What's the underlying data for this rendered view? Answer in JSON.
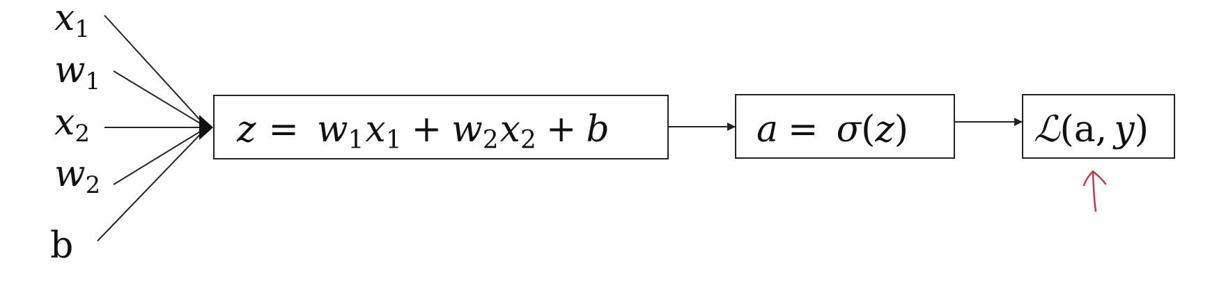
{
  "inputs": [
    {
      "base": "x",
      "sub": "1",
      "italic": true
    },
    {
      "base": "w",
      "sub": "1",
      "italic": true
    },
    {
      "base": "x",
      "sub": "2",
      "italic": true
    },
    {
      "base": "w",
      "sub": "2",
      "italic": true
    },
    {
      "base": "b",
      "sub": "",
      "italic": false
    }
  ],
  "linear_box": {
    "z": "z",
    "equals": "=",
    "w1": "w",
    "w1_sub": "1",
    "x1": "x",
    "x1_sub": "1",
    "plus1": "+",
    "w2": "w",
    "w2_sub": "2",
    "x2": "x",
    "x2_sub": "2",
    "plus2": "+",
    "b": "b"
  },
  "activation_box": {
    "a": "a",
    "equals": "=",
    "sigma": "σ",
    "open": "(",
    "z": "z",
    "close": ")"
  },
  "loss_box": {
    "L": "ℒ",
    "open": "(",
    "a": "a",
    "comma": ",",
    "y": "y",
    "close": ")"
  },
  "colors": {
    "ink": "#111111",
    "annotation": "#c8364a"
  },
  "annotation_icon": "hand-drawn-up-arrow-icon"
}
